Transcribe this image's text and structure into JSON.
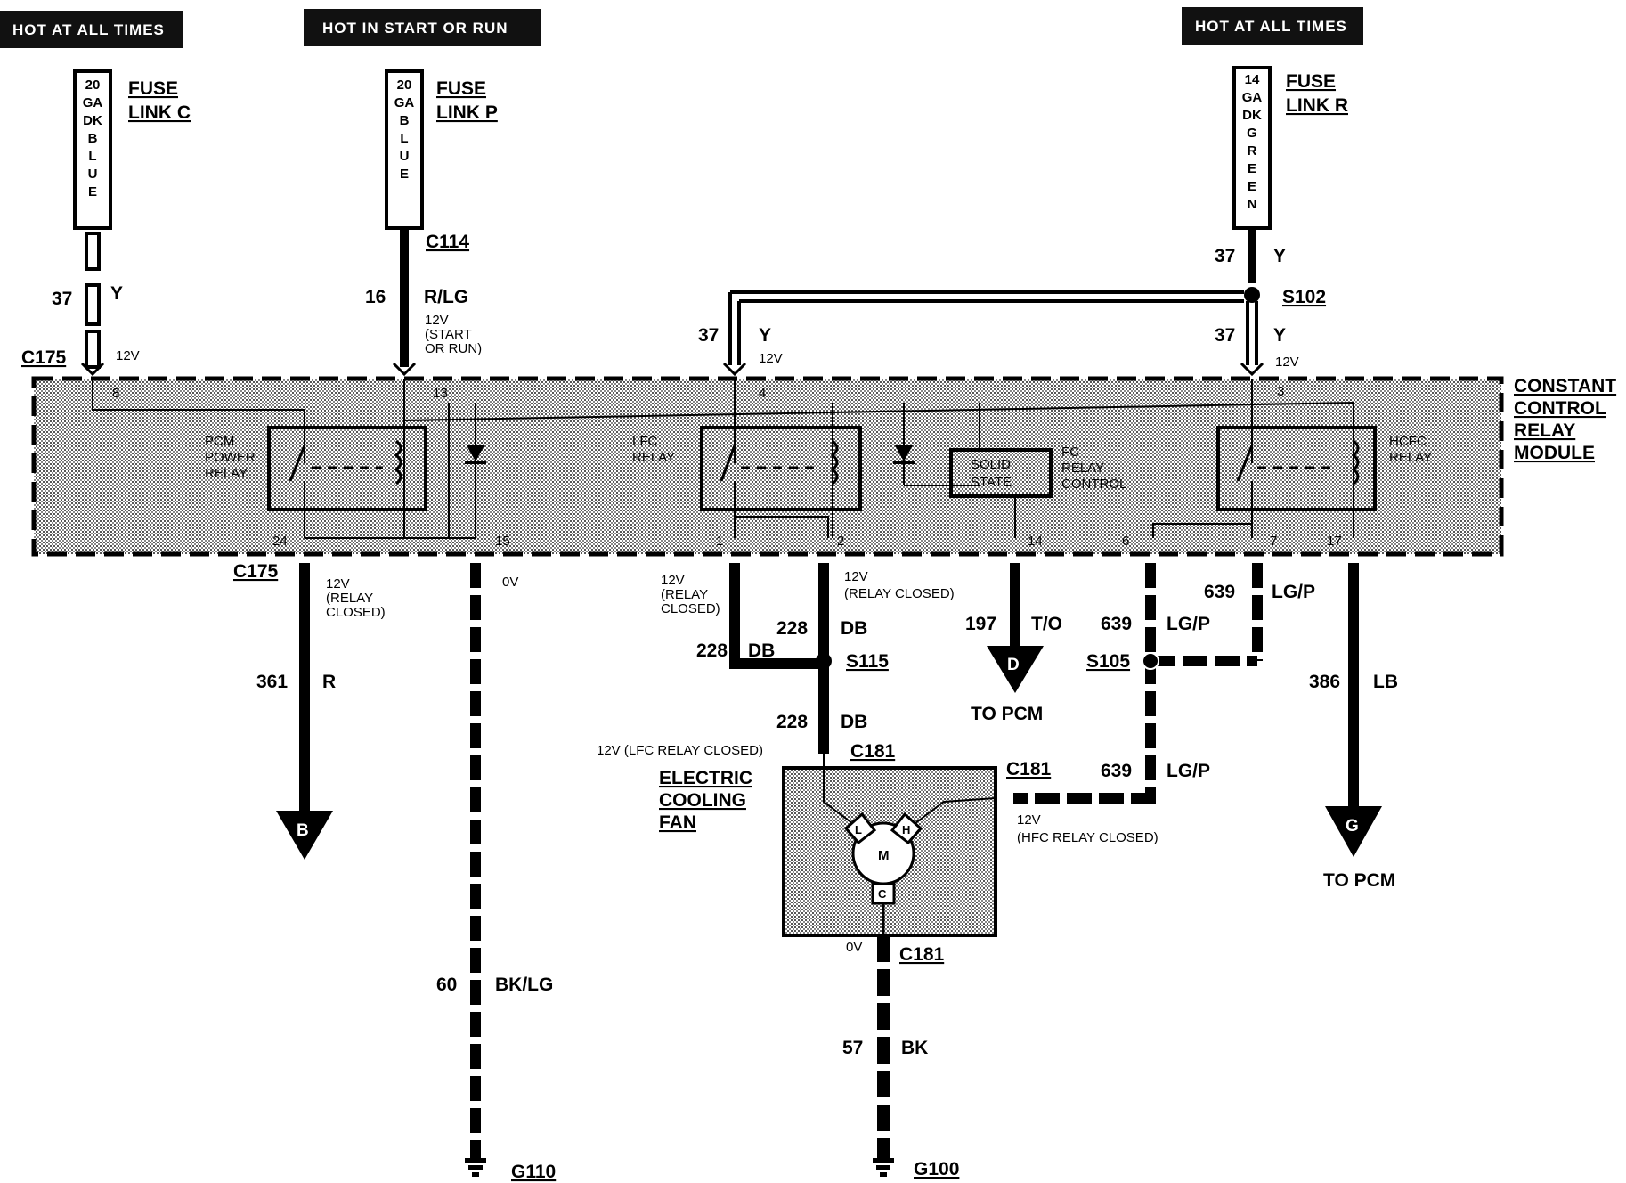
{
  "headers": {
    "left": "HOT AT ALL TIMES",
    "middle": "HOT IN START OR RUN",
    "right": "HOT AT ALL TIMES"
  },
  "fuse_links": [
    {
      "gauge_lines": [
        "20",
        "GA",
        "DK",
        "B",
        "L",
        "U",
        "E"
      ],
      "title_1": "FUSE",
      "title_2": "LINK C"
    },
    {
      "gauge_lines": [
        "20",
        "GA",
        "B",
        "L",
        "U",
        "E"
      ],
      "title_1": "FUSE",
      "title_2": "LINK P"
    },
    {
      "gauge_lines": [
        "14",
        "GA",
        "DK",
        "G",
        "R",
        "E",
        "E",
        "N"
      ],
      "title_1": "FUSE",
      "title_2": "LINK R"
    }
  ],
  "module": {
    "name_lines": [
      "CONSTANT",
      "CONTROL",
      "RELAY",
      "MODULE"
    ],
    "pcm_relay": [
      "PCM",
      "POWER",
      "RELAY"
    ],
    "lfc_relay": [
      "LFC",
      "RELAY"
    ],
    "hcfc_relay": [
      "HCFC",
      "RELAY"
    ],
    "solid_state": [
      "SOLID",
      "STATE"
    ],
    "fc_control": [
      "FC",
      "RELAY",
      "CONTROL"
    ],
    "pins_top": {
      "p8": "8",
      "p13": "13",
      "p4": "4",
      "p3": "3"
    },
    "pins_bottom": {
      "p24": "24",
      "p15": "15",
      "p1": "1",
      "p2": "2",
      "p14": "14",
      "p6": "6",
      "p7": "7",
      "p17": "17"
    }
  },
  "connectors": {
    "c114": "C114",
    "c175_top": "C175",
    "c175_bot": "C175",
    "s102": "S102",
    "s115": "S115",
    "s105": "S105",
    "c181_top": "C181",
    "c181_right": "C181",
    "c181_bot": "C181",
    "g110": "G110",
    "g100": "G100"
  },
  "wires": {
    "w37_left_num": "37",
    "w37_left_col": "Y",
    "w16_num": "16",
    "w16_col": "R/LG",
    "w37_mid_num": "37",
    "w37_mid_col": "Y",
    "w37_rt_a_num": "37",
    "w37_rt_a_col": "Y",
    "w37_rt_b_num": "37",
    "w37_rt_b_col": "Y",
    "w361_num": "361",
    "w361_col": "R",
    "w60_num": "60",
    "w60_col": "BK/LG",
    "w228a_num": "228",
    "w228a_col": "DB",
    "w228b_num": "228",
    "w228b_col": "DB",
    "w228c_num": "228",
    "w228c_col": "DB",
    "w197_num": "197",
    "w197_col": "T/O",
    "w639a_num": "639",
    "w639a_col": "LG/P",
    "w639b_num": "639",
    "w639b_col": "LG/P",
    "w639c_num": "639",
    "w639c_col": "LG/P",
    "w386_num": "386",
    "w386_col": "LB",
    "w57_num": "57",
    "w57_col": "BK"
  },
  "voltages": {
    "v12_left": "12V",
    "v12_start_1": "12V",
    "v12_start_2": "(START",
    "v12_start_3": "OR RUN)",
    "v12_mid": "12V",
    "v12_right": "12V",
    "v24_1": "12V",
    "v24_2": "(RELAY",
    "v24_3": "CLOSED)",
    "v15": "0V",
    "v1_1": "12V",
    "v1_2": "(RELAY",
    "v1_3": "CLOSED)",
    "v2_1": "12V",
    "v2_2": "(RELAY CLOSED)",
    "lfc_closed": "12V (LFC RELAY CLOSED)",
    "hfc_1": "12V",
    "hfc_2": "(HFC RELAY CLOSED)",
    "fan_0v": "0V"
  },
  "fan": {
    "title_lines": [
      "ELECTRIC",
      "COOLING",
      "FAN"
    ],
    "motor": "M",
    "low": "L",
    "high": "H",
    "common": "C"
  },
  "arrows": {
    "b": "B",
    "d": "D",
    "g": "G"
  },
  "destinations": {
    "d_dest": "TO PCM",
    "g_dest": "TO PCM"
  }
}
